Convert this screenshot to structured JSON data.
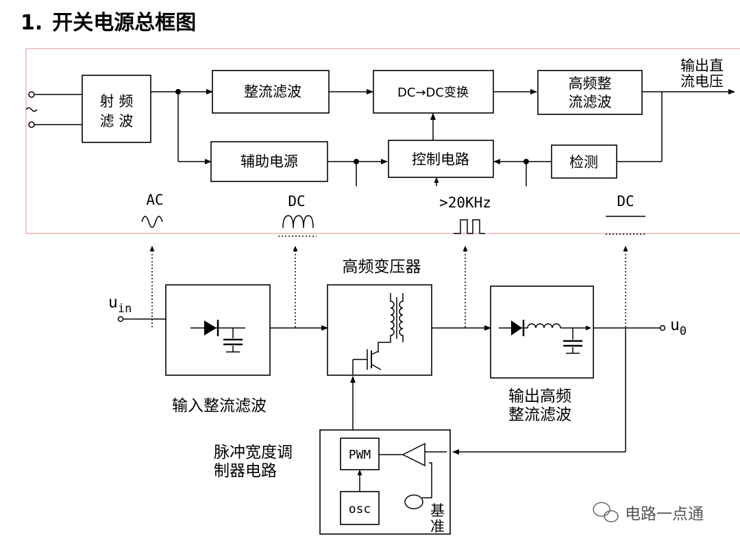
{
  "title": {
    "number": "1.",
    "text": "开关电源总框图"
  },
  "top_diagram": {
    "rf_filter": [
      "射 频",
      "滤 波"
    ],
    "rectifier_filter": "整流滤波",
    "dcdc": "DC→DC变换",
    "hf_rect": [
      "高频整",
      "流滤波"
    ],
    "output": [
      "输出直",
      "流电压"
    ],
    "aux_power": "辅助电源",
    "control": "控制电路",
    "detect": "检测",
    "wave_ac": "AC",
    "wave_dc1": "DC",
    "wave_freq": ">20KHz",
    "wave_dc2": "DC"
  },
  "bottom_diagram": {
    "uin": "u",
    "uin_sub": "in",
    "uo": "u",
    "uo_sub": "0",
    "input_label": "输入整流滤波",
    "transformer_label": "高频变压器",
    "output_label": [
      "输出高频",
      "整流滤波"
    ],
    "pwm_label": [
      "脉冲宽度调",
      "制器电路"
    ],
    "pwm": "PWM",
    "osc": "osc",
    "ref": [
      "基",
      "准"
    ]
  },
  "watermark": "电路一点通",
  "colors": {
    "frame": "#e8a0a0",
    "line": "#000000",
    "watermark": "#555555"
  }
}
